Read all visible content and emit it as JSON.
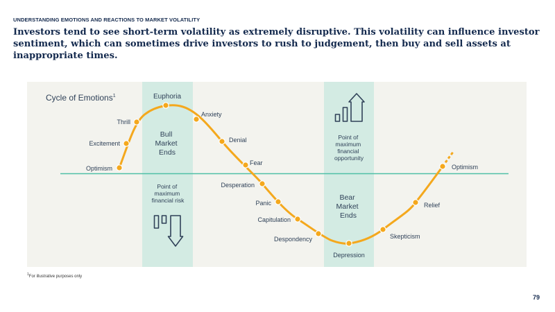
{
  "header": {
    "eyebrow": "UNDERSTANDING EMOTIONS AND REACTIONS TO MARKET VOLATILITY",
    "headline": "Investors tend to see short-term volatility as extremely disruptive. This volatility can influence investor sentiment, which can sometimes drive investors to rush to judgement, then buy and sell assets at inappropriate times."
  },
  "diagram": {
    "title": "Cycle of Emotions",
    "title_sup": "1",
    "bull_zone": {
      "label_lines": [
        "Bull",
        "Market",
        "Ends"
      ],
      "risk_lines": [
        "Point of",
        "maximum",
        "financial risk"
      ]
    },
    "bear_zone": {
      "label_lines": [
        "Bear",
        "Market",
        "Ends"
      ],
      "opportunity_lines": [
        "Point of",
        "maximum",
        "financial",
        "opportunity"
      ]
    },
    "emotions": {
      "optimism_start": "Optimism",
      "excitement": "Excitement",
      "thrill": "Thrill",
      "euphoria": "Euphoria",
      "anxiety": "Anxiety",
      "denial": "Denial",
      "fear": "Fear",
      "desperation": "Desperation",
      "panic": "Panic",
      "capitulation": "Capitulation",
      "despondency": "Despondency",
      "depression": "Depression",
      "skepticism": "Skepticism",
      "relief": "Relief",
      "optimism_end": "Optimism"
    },
    "colors": {
      "curve": "#f4a81d",
      "zone": "#d3ebe3",
      "baseline": "#4fbfa6",
      "panel": "#f3f3ee",
      "text": "#2f4158"
    },
    "icons": {
      "rising": "rising-bars-arrow-up-icon",
      "falling": "falling-bars-arrow-down-icon"
    }
  },
  "footer": {
    "footnote_sup": "1",
    "footnote": "For illustrative purposes only",
    "page_number": "79"
  }
}
